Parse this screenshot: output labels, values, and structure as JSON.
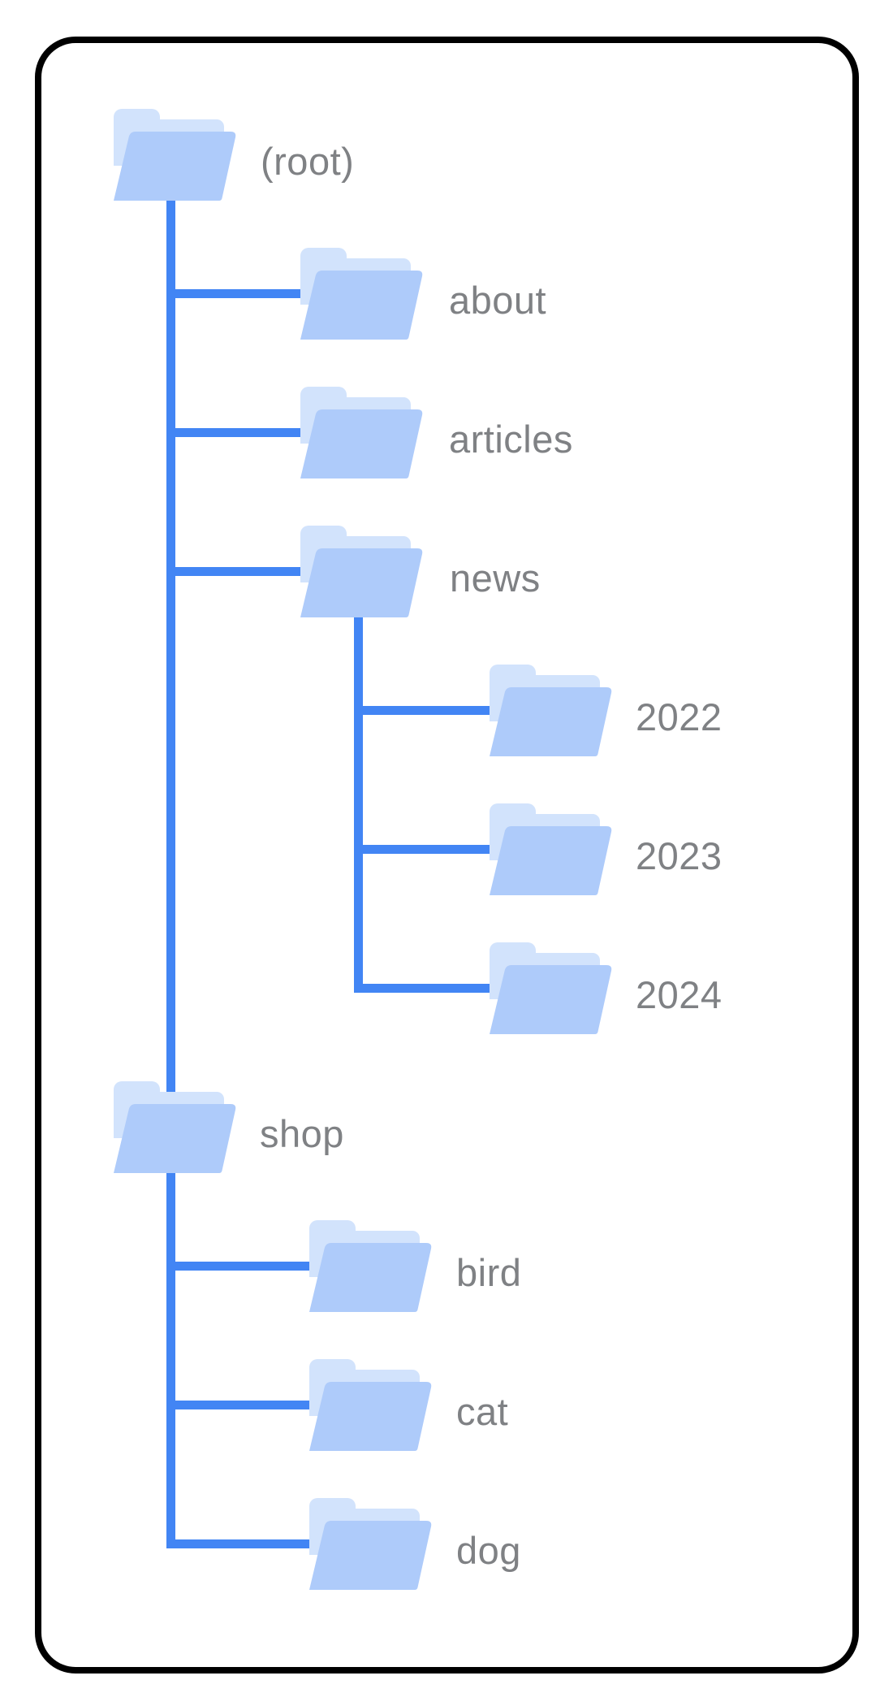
{
  "diagram": {
    "type": "site-structure-folder-tree",
    "labels": {
      "root": "(root)",
      "about": "about",
      "articles": "articles",
      "news": "news",
      "y2022": "2022",
      "y2023": "2023",
      "y2024": "2024",
      "shop": "shop",
      "bird": "bird",
      "cat": "cat",
      "dog": "dog"
    },
    "hierarchy": {
      "name": "(root)",
      "children": [
        {
          "name": "about"
        },
        {
          "name": "articles"
        },
        {
          "name": "news",
          "children": [
            {
              "name": "2022"
            },
            {
              "name": "2023"
            },
            {
              "name": "2024"
            }
          ]
        },
        {
          "name": "shop",
          "children": [
            {
              "name": "bird"
            },
            {
              "name": "cat"
            },
            {
              "name": "dog"
            }
          ]
        }
      ]
    }
  },
  "colors": {
    "connector_blue": "#4285f4",
    "folder_front": "#aecbfa",
    "folder_back": "#d2e3fc",
    "label_gray": "#7f8184",
    "frame_border": "#000000",
    "background": "#ffffff"
  }
}
